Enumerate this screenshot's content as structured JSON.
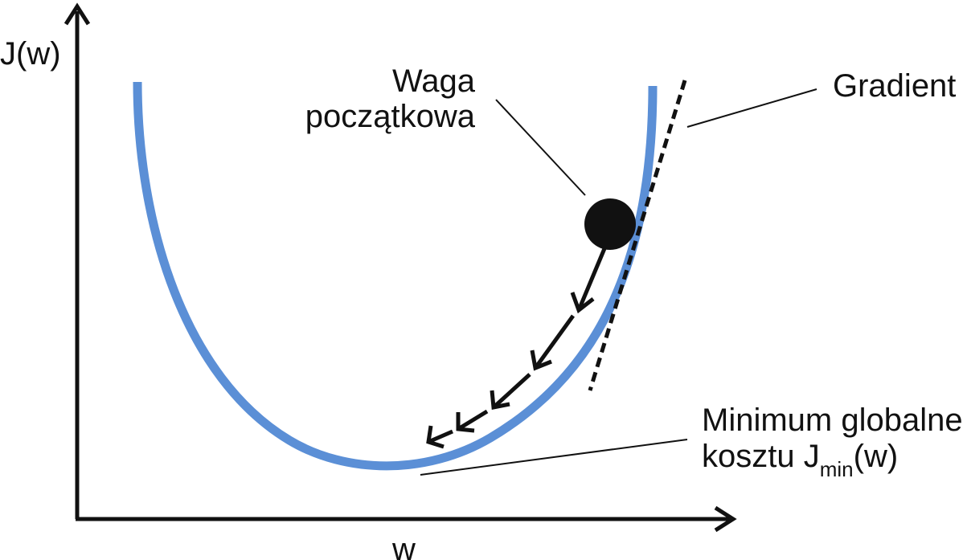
{
  "axes": {
    "y_label": "J(w)",
    "x_label": "w"
  },
  "annotations": {
    "initial_weight_line1": "Waga",
    "initial_weight_line2": "początkowa",
    "gradient": "Gradient",
    "global_min_line1": "Minimum globalne",
    "global_min_line2_prefix": "kosztu J",
    "global_min_subscript": "min",
    "global_min_suffix": "(w)"
  },
  "colors": {
    "curve": "#5b8fd6",
    "ink": "#111111",
    "background": "#ffffff"
  },
  "icons": {
    "descent_steps": "arrow-icon",
    "initial_weight_marker": "circle-dot"
  }
}
